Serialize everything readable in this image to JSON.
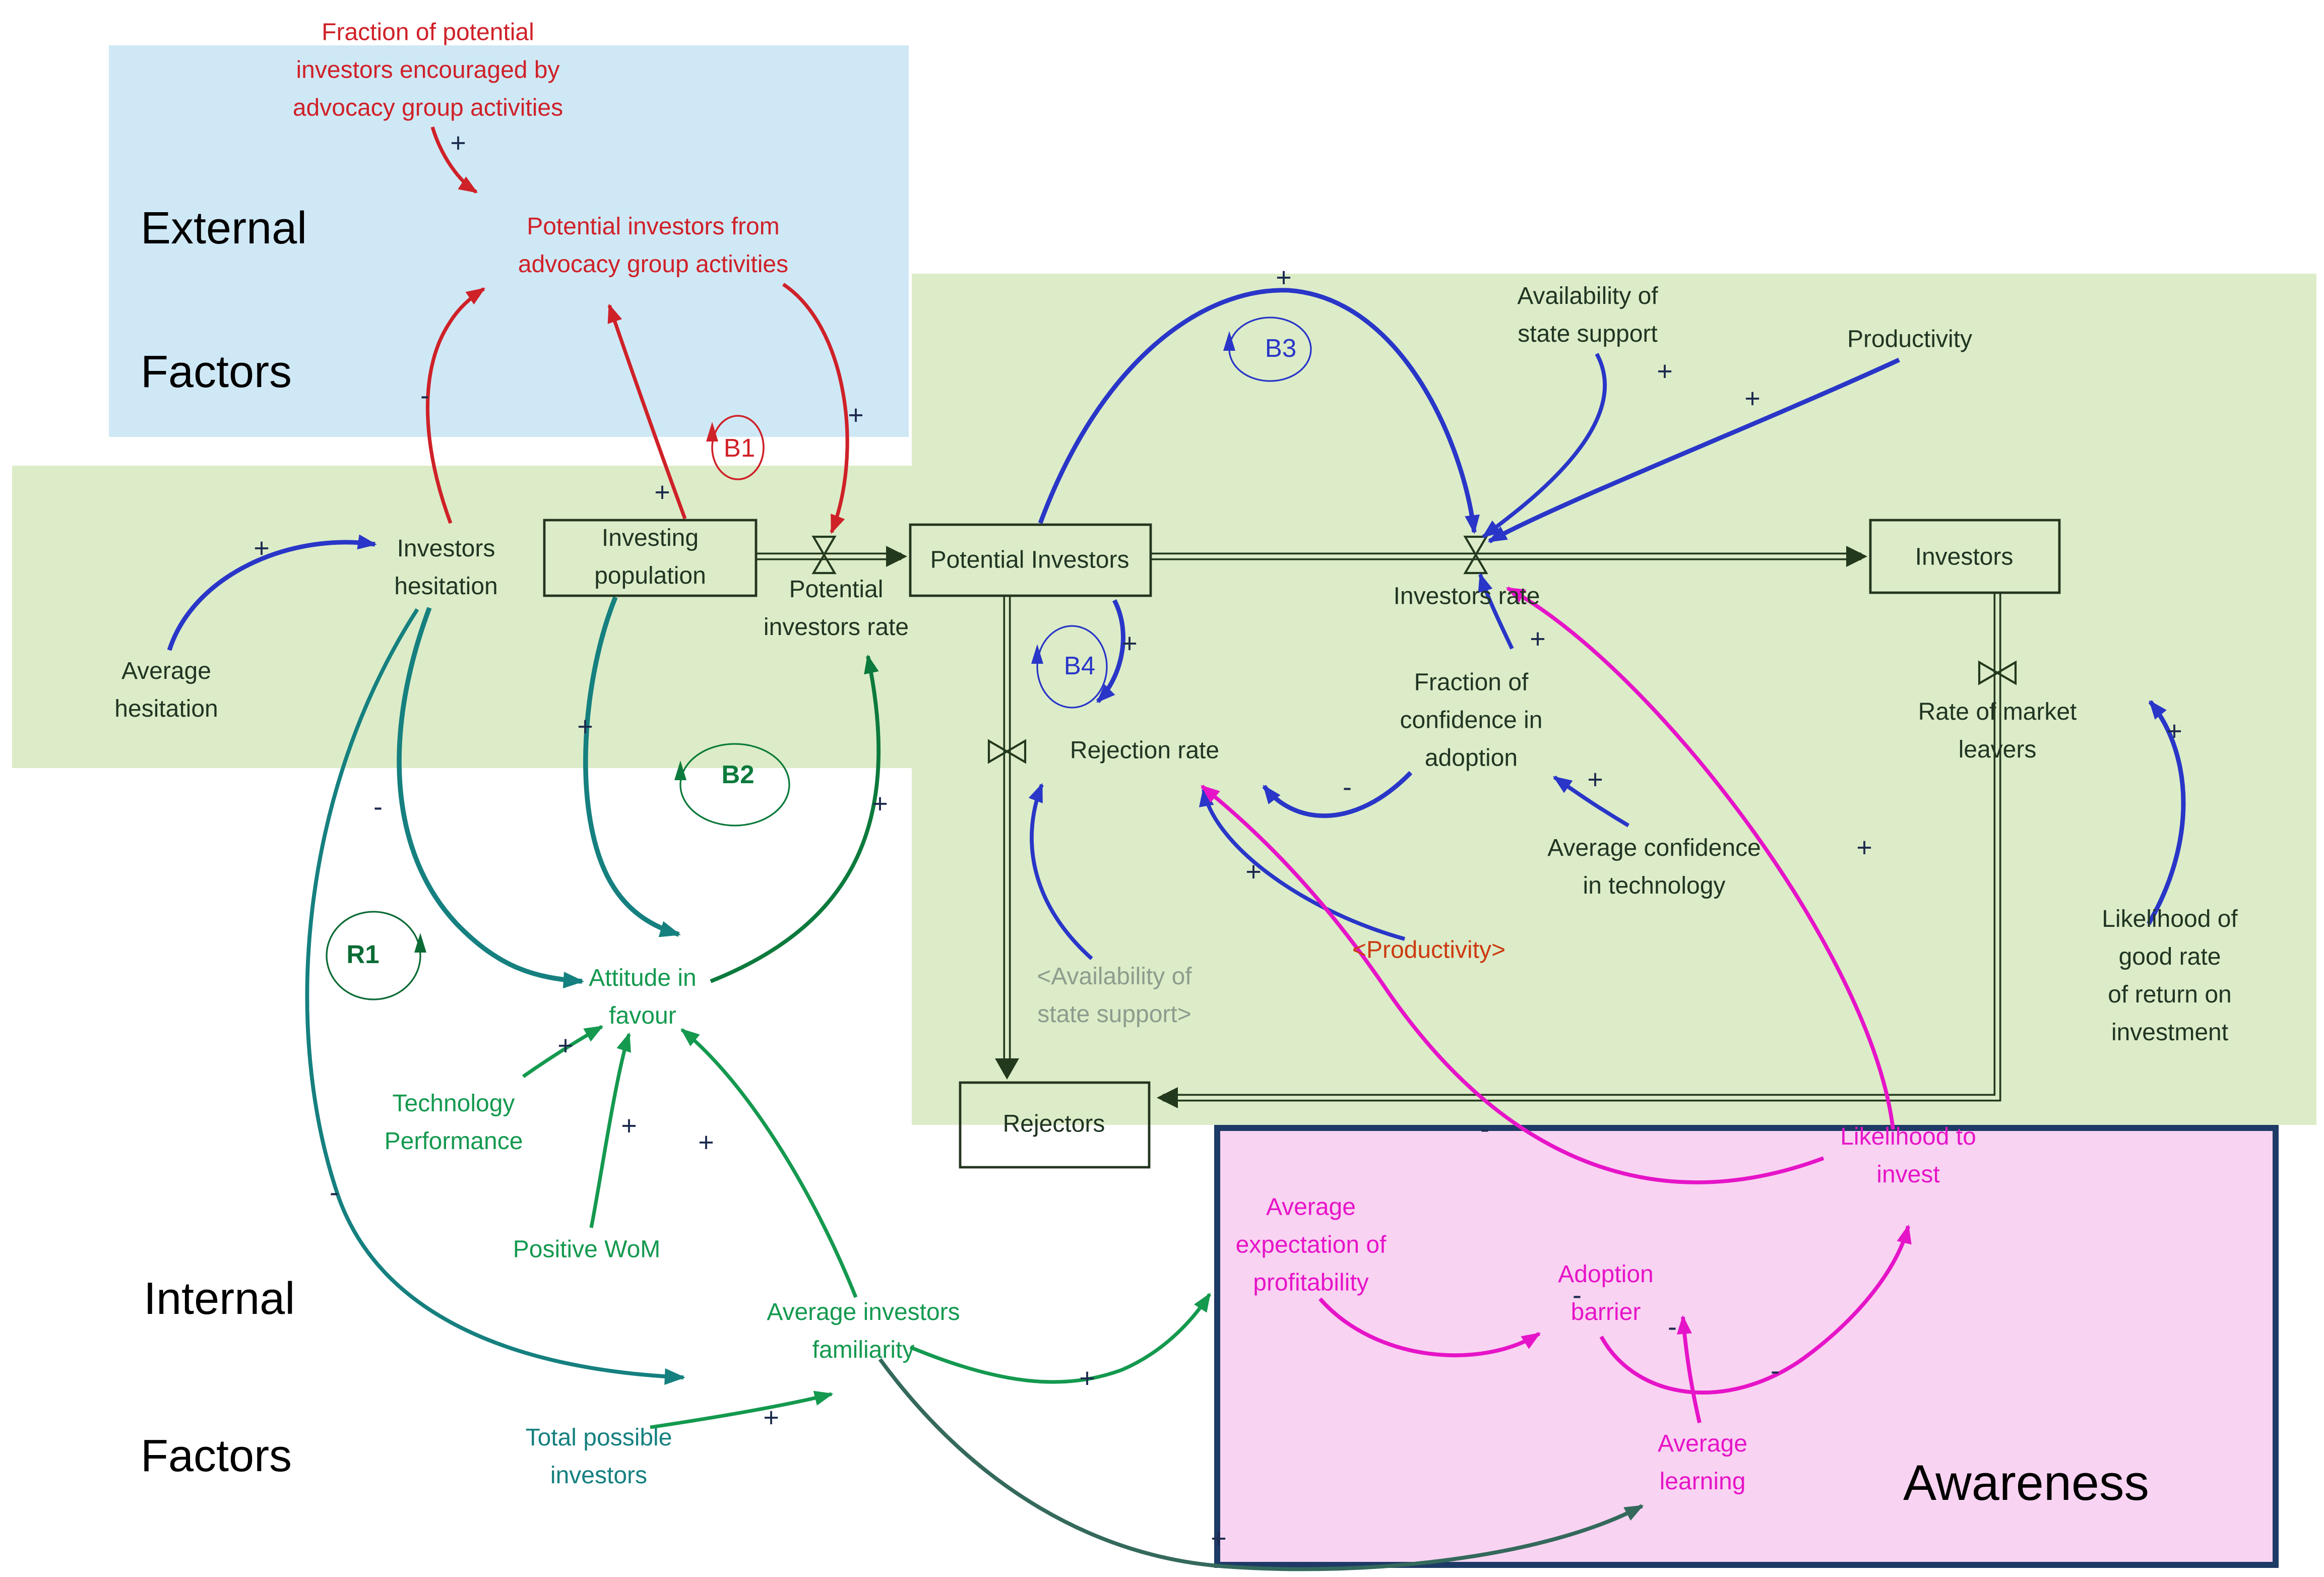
{
  "regions": {
    "external": {
      "line1": "External",
      "line2": "Factors"
    },
    "internal": {
      "line1": "Internal",
      "line2": "Factors"
    },
    "awareness": {
      "title": "Awareness"
    }
  },
  "stocks": {
    "investing_population": {
      "label": "Investing\npopulation"
    },
    "potential_investors": {
      "label": "Potential Investors"
    },
    "investors": {
      "label": "Investors"
    },
    "rejectors": {
      "label": "Rejectors"
    }
  },
  "flows": {
    "potential_investors_rate": {
      "label": "Potential\ninvestors rate"
    },
    "investors_rate": {
      "label": "Investors rate"
    },
    "rejection_rate": {
      "label": "Rejection rate"
    },
    "rate_of_market_leavers": {
      "label": "Rate of market\nleavers"
    }
  },
  "variables": {
    "fraction_potential": {
      "label": "Fraction of potential\ninvestors encouraged by\nadvocacy group activities"
    },
    "potential_from_advocacy": {
      "label": "Potential investors from\nadvocacy group activities"
    },
    "investors_hesitation": {
      "label": "Investors\nhesitation"
    },
    "average_hesitation": {
      "label": "Average\nhesitation"
    },
    "availability_state_support": {
      "label": "Availability of\nstate support"
    },
    "productivity": {
      "label": "Productivity"
    },
    "fraction_confidence": {
      "label": "Fraction of\nconfidence in\nadoption"
    },
    "average_confidence_technology": {
      "label": "Average confidence\nin technology"
    },
    "shadow_availability": {
      "label": "<Availability of\nstate support>"
    },
    "shadow_productivity": {
      "label": "<Productivity>"
    },
    "likelihood_good_rate": {
      "label": "Likelihood of good rate\nof return on investment"
    },
    "attitude_in_favour": {
      "label": "Attitude in\nfavour"
    },
    "technology_performance": {
      "label": "Technology\nPerformance"
    },
    "positive_wom": {
      "label": "Positive WoM"
    },
    "average_investors_familiarity": {
      "label": "Average investors\nfamiliarity"
    },
    "total_possible_investors": {
      "label": "Total possible\ninvestors"
    },
    "average_expectation_profitability": {
      "label": "Average\nexpectation of\nprofitability"
    },
    "adoption_barrier": {
      "label": "Adoption\nbarrier"
    },
    "average_learning": {
      "label": "Average\nlearning"
    },
    "likelihood_to_invest": {
      "label": "Likelihood to\ninvest"
    }
  },
  "loops": {
    "b1": {
      "label": "B1"
    },
    "b2": {
      "label": "B2"
    },
    "b3": {
      "label": "B3"
    },
    "b4": {
      "label": "B4"
    },
    "r1": {
      "label": "R1"
    }
  },
  "signs": {
    "e1": "+",
    "e2": "-",
    "e3": "+",
    "e4": "+",
    "e5": "+",
    "e6": "-",
    "e7": "+",
    "e8": "-",
    "e9": "+",
    "e10": "+",
    "e11": "+",
    "e12": "+",
    "e13": "+",
    "e14": "+",
    "e15": "+",
    "e16": "+",
    "e17": "+",
    "e18": "+",
    "e19": "-",
    "e20": "+",
    "e22": "+",
    "e23": "+",
    "e24": "-",
    "e25": "+",
    "e26": "+",
    "e27": "-",
    "e28": "-",
    "e29": "-",
    "e30": "+"
  },
  "colors": {
    "external_fill": "#cfe8f6",
    "green_fill": "#dcecc8",
    "awareness_fill": "#f9d3f2",
    "awareness_border": "#1e3a66",
    "red": "#cf2128",
    "blue": "#2936c8",
    "teal": "#15807f",
    "green": "#14994f",
    "dark_green": "#0c7a3c",
    "slate": "#34695c",
    "magenta": "#e614c8",
    "pipe": "#23391d"
  }
}
